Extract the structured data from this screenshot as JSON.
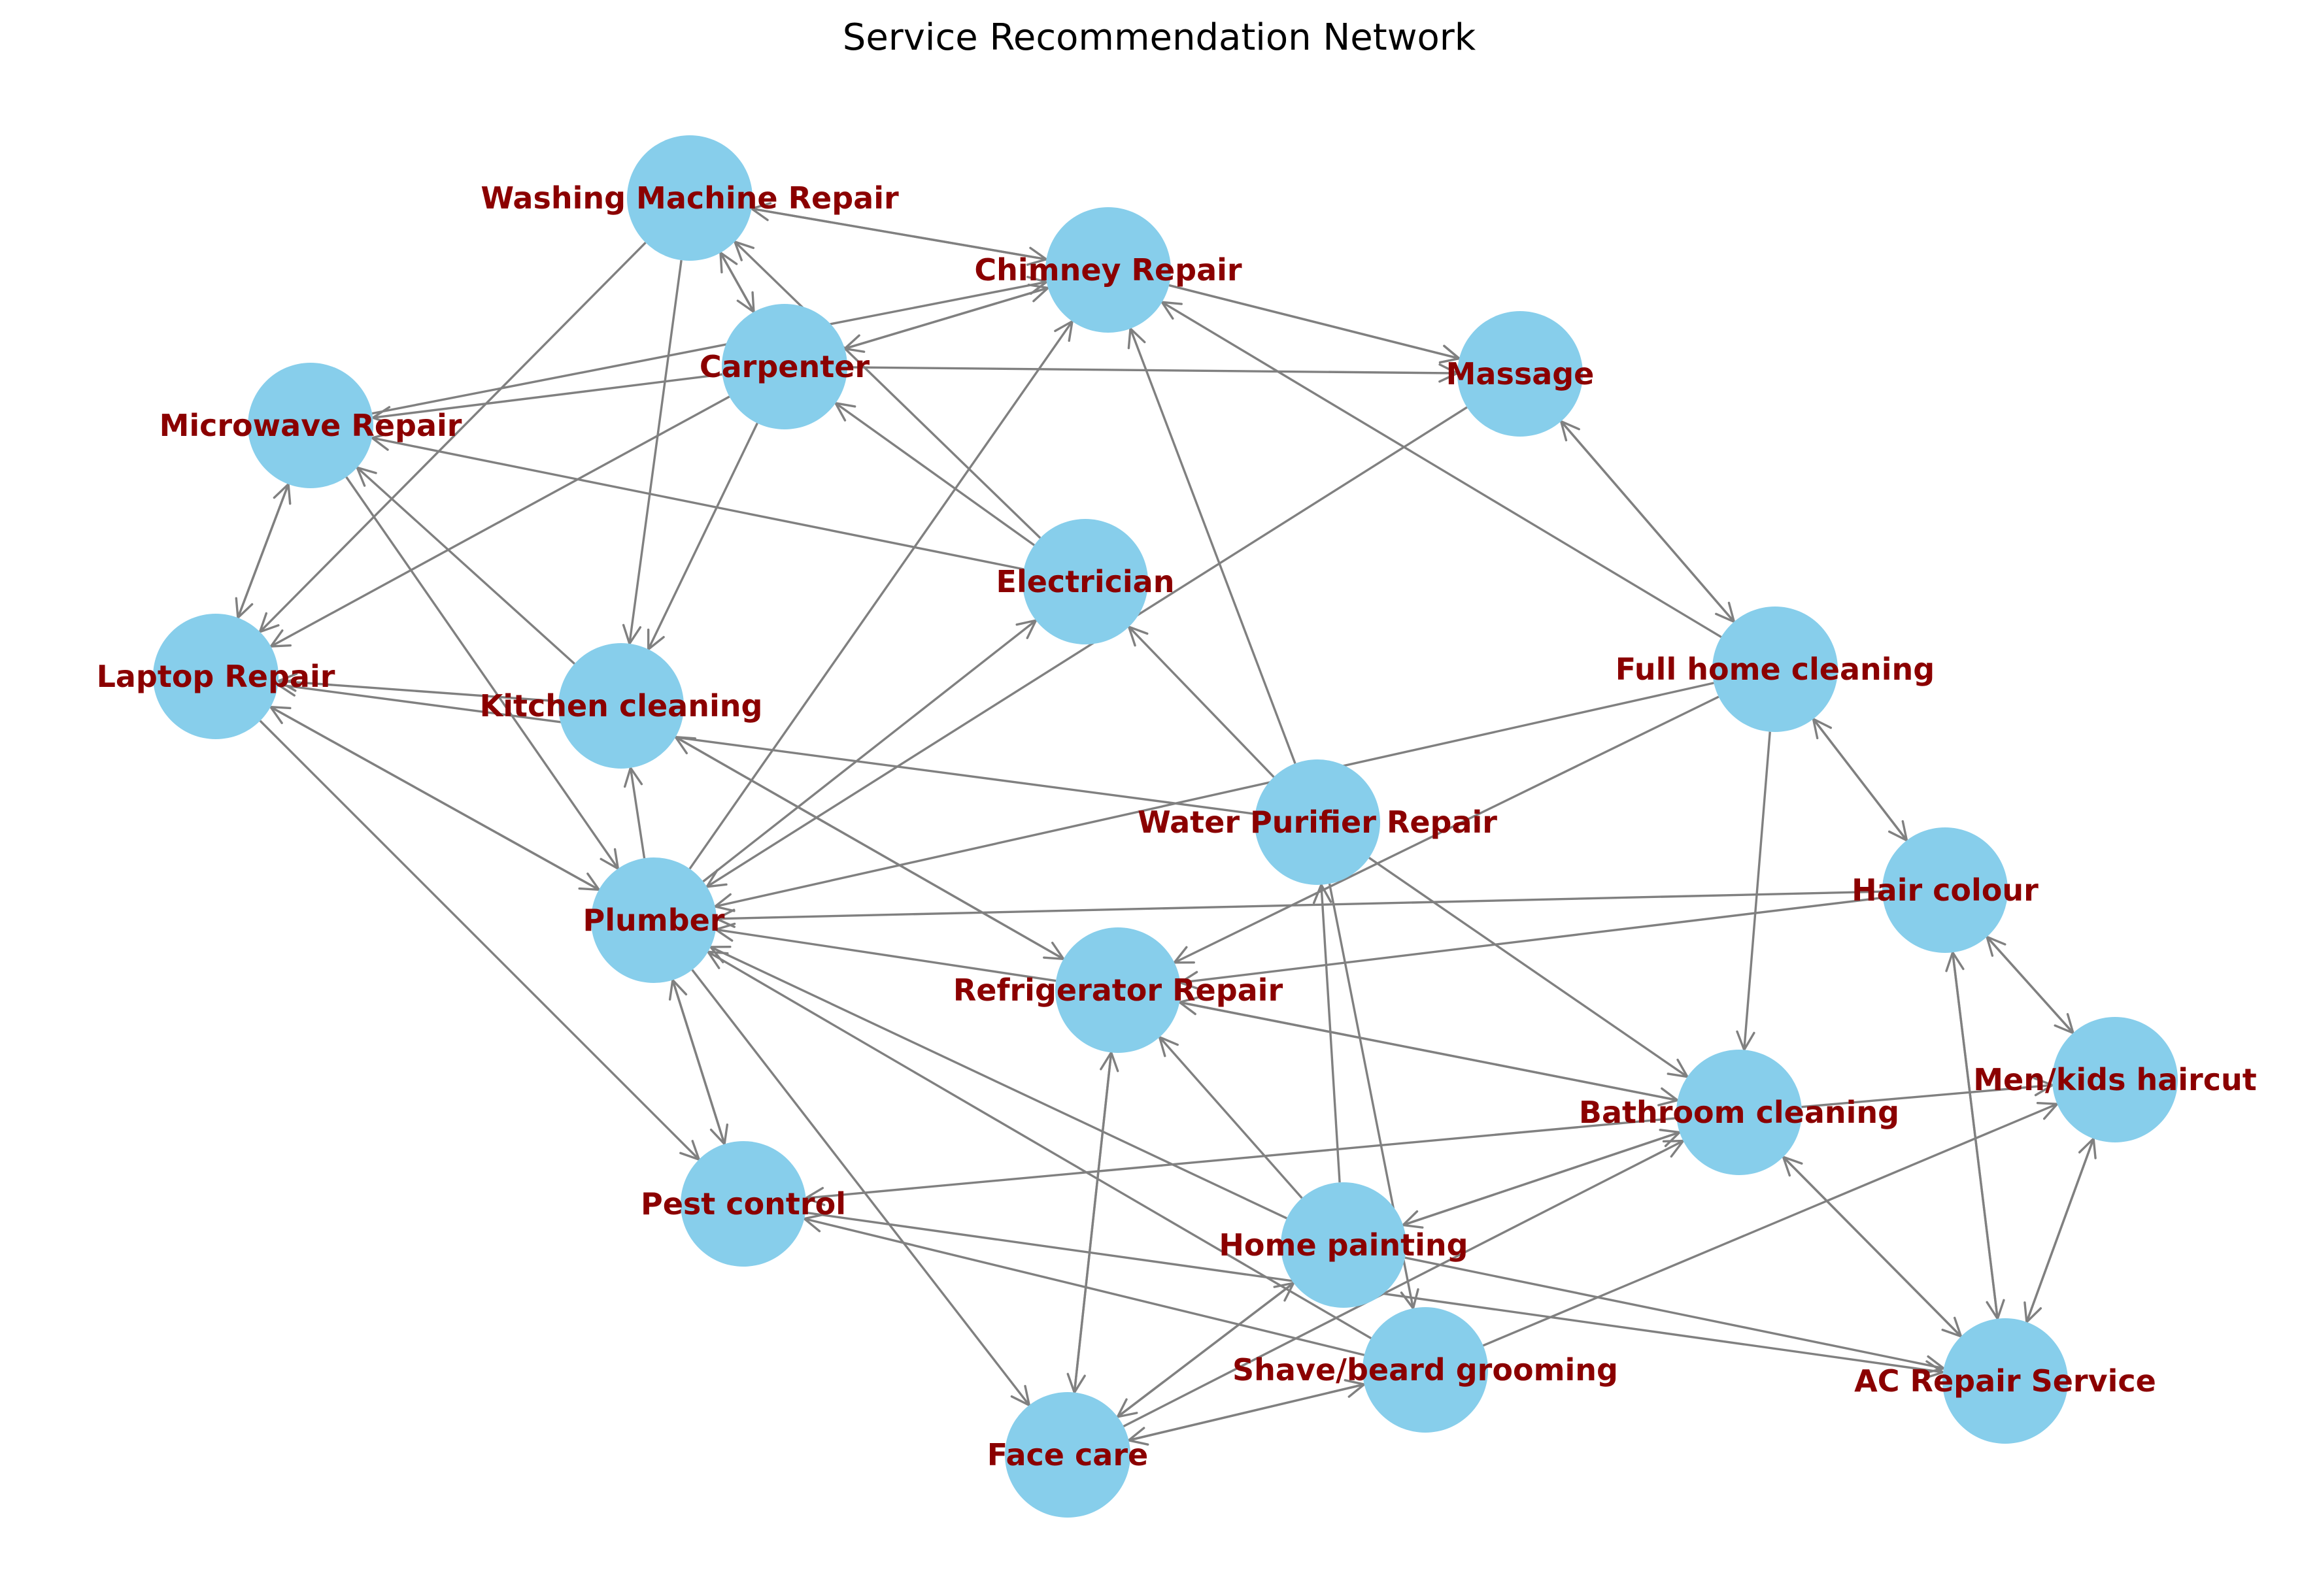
{
  "title": "Service Recommendation Network",
  "colors": {
    "node_fill": "#87ceeb",
    "label": "#8b0000",
    "edge": "#808080"
  },
  "nodes": [
    {
      "id": "wm",
      "label": "Washing Machine Repair"
    },
    {
      "id": "ch",
      "label": "Chimney Repair"
    },
    {
      "id": "ca",
      "label": "Carpenter"
    },
    {
      "id": "ma",
      "label": "Massage"
    },
    {
      "id": "mw",
      "label": "Microwave Repair"
    },
    {
      "id": "el",
      "label": "Electrician"
    },
    {
      "id": "fh",
      "label": "Full home cleaning"
    },
    {
      "id": "lr",
      "label": "Laptop Repair"
    },
    {
      "id": "kc",
      "label": "Kitchen cleaning"
    },
    {
      "id": "wp",
      "label": "Water Purifier Repair"
    },
    {
      "id": "hc",
      "label": "Hair colour"
    },
    {
      "id": "pl",
      "label": "Plumber"
    },
    {
      "id": "rr",
      "label": "Refrigerator Repair"
    },
    {
      "id": "mk",
      "label": "Men/kids haircut"
    },
    {
      "id": "bc",
      "label": "Bathroom cleaning"
    },
    {
      "id": "pc",
      "label": "Pest control"
    },
    {
      "id": "hp",
      "label": "Home painting"
    },
    {
      "id": "sb",
      "label": "Shave/beard grooming"
    },
    {
      "id": "ac",
      "label": "AC Repair Service"
    },
    {
      "id": "fc",
      "label": "Face care"
    }
  ],
  "edges": [
    [
      "wm",
      "ch"
    ],
    [
      "ch",
      "wm"
    ],
    [
      "wm",
      "ca"
    ],
    [
      "ca",
      "wm"
    ],
    [
      "wm",
      "lr"
    ],
    [
      "wm",
      "kc"
    ],
    [
      "ca",
      "ch"
    ],
    [
      "ch",
      "ca"
    ],
    [
      "ch",
      "ma"
    ],
    [
      "ch",
      "ma"
    ],
    [
      "ca",
      "mw"
    ],
    [
      "mw",
      "ch"
    ],
    [
      "ca",
      "ma"
    ],
    [
      "ca",
      "lr"
    ],
    [
      "ca",
      "kc"
    ],
    [
      "el",
      "ca"
    ],
    [
      "el",
      "wm"
    ],
    [
      "el",
      "mw"
    ],
    [
      "mw",
      "lr"
    ],
    [
      "lr",
      "mw"
    ],
    [
      "mw",
      "pl"
    ],
    [
      "kc",
      "mw"
    ],
    [
      "kc",
      "lr"
    ],
    [
      "lr",
      "pl"
    ],
    [
      "pl",
      "lr"
    ],
    [
      "lr",
      "pc"
    ],
    [
      "pl",
      "kc"
    ],
    [
      "pl",
      "ch"
    ],
    [
      "ma",
      "pl"
    ],
    [
      "ma",
      "fh"
    ],
    [
      "fh",
      "ma"
    ],
    [
      "fh",
      "ch"
    ],
    [
      "fh",
      "pl"
    ],
    [
      "fh",
      "rr"
    ],
    [
      "fh",
      "bc"
    ],
    [
      "fh",
      "hc"
    ],
    [
      "hc",
      "fh"
    ],
    [
      "wp",
      "el"
    ],
    [
      "wp",
      "ch"
    ],
    [
      "wp",
      "lr"
    ],
    [
      "wp",
      "bc"
    ],
    [
      "wp",
      "sb"
    ],
    [
      "pl",
      "el"
    ],
    [
      "hc",
      "pl"
    ],
    [
      "hc",
      "rr"
    ],
    [
      "hc",
      "mk"
    ],
    [
      "mk",
      "hc"
    ],
    [
      "hc",
      "ac"
    ],
    [
      "ac",
      "hc"
    ],
    [
      "mk",
      "ac"
    ],
    [
      "ac",
      "mk"
    ],
    [
      "bc",
      "mk"
    ],
    [
      "bc",
      "rr"
    ],
    [
      "rr",
      "bc"
    ],
    [
      "rr",
      "kc"
    ],
    [
      "kc",
      "rr"
    ],
    [
      "rr",
      "pl"
    ],
    [
      "bc",
      "pc"
    ],
    [
      "bc",
      "ac"
    ],
    [
      "ac",
      "bc"
    ],
    [
      "pl",
      "pc"
    ],
    [
      "pc",
      "pl"
    ],
    [
      "pl",
      "fc"
    ],
    [
      "hp",
      "pl"
    ],
    [
      "hp",
      "rr"
    ],
    [
      "hp",
      "wp"
    ],
    [
      "hp",
      "bc"
    ],
    [
      "bc",
      "hp"
    ],
    [
      "hp",
      "ac"
    ],
    [
      "hp",
      "fc"
    ],
    [
      "fc",
      "hp"
    ],
    [
      "fc",
      "sb"
    ],
    [
      "sb",
      "fc"
    ],
    [
      "sb",
      "pl"
    ],
    [
      "sb",
      "pc"
    ],
    [
      "fc",
      "rr"
    ],
    [
      "rr",
      "fc"
    ],
    [
      "fc",
      "bc"
    ],
    [
      "sb",
      "mk"
    ],
    [
      "pc",
      "ac"
    ]
  ]
}
